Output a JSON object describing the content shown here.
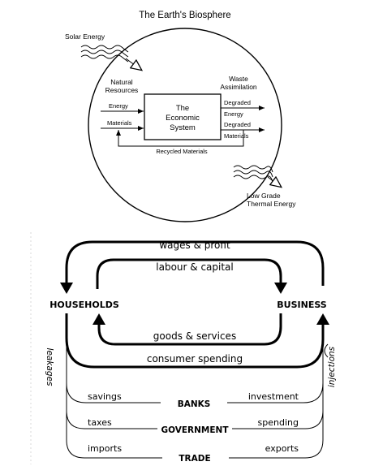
{
  "biosphere": {
    "title": "The Earth's Biosphere",
    "solar": "Solar Energy",
    "natural_resources": [
      "Natural",
      "Resources"
    ],
    "waste_assimilation": [
      "Waste",
      "Assimilation"
    ],
    "energy_in": "Energy",
    "materials_in": "Materials",
    "economic_system": [
      "The",
      "Economic",
      "System"
    ],
    "degraded_energy": [
      "Degraded",
      "Energy"
    ],
    "degraded_materials": [
      "Degraded",
      "Materials"
    ],
    "recycled": "Recycled Materials",
    "low_grade": [
      "Low Grade",
      "Thermal Energy"
    ]
  },
  "circular_flow": {
    "wages": "wages & profit",
    "labour": "labour & capital",
    "households": "HOUSEHOLDS",
    "business": "BUSINESS",
    "goods": "goods & services",
    "consumer": "consumer spending",
    "leakages": "leakages",
    "injections": "injections",
    "savings": "savings",
    "investment": "investment",
    "banks": "BANKS",
    "taxes": "taxes",
    "spending": "spending",
    "government": "GOVERNMENT",
    "imports": "imports",
    "exports": "exports",
    "trade": "TRADE"
  }
}
